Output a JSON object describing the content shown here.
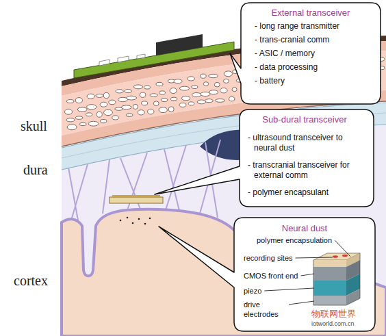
{
  "diagram": {
    "nodes": [
      {
        "text": [
          "External transceiver",
          "- long range transmitter",
          "- trans-cranial comm",
          "- ASIC / memory",
          "- data processing",
          "- battery"
        ]
      },
      {
        "text": [
          "Sub-dural transceiver",
          "- ultrasound transceiver to neural dust",
          "- transcranial transceiver for external comm",
          "- polymer encapsulant"
        ]
      },
      {
        "text": [
          "Neural dust",
          "polymer encapsulation",
          "recording sites",
          "CMOS front end",
          "piezo",
          "drive electrodes"
        ]
      }
    ],
    "labels": [
      "skull",
      "dura",
      "cortex",
      "物联网世界",
      "iotworld.com.cn"
    ]
  }
}
